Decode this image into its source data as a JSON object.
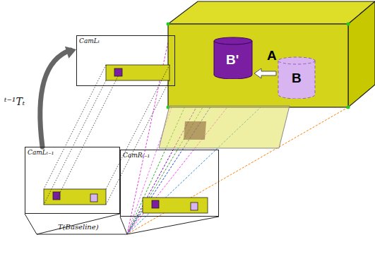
{
  "diagram": {
    "nodes": [
      {
        "text": [
          "A"
        ]
      },
      {
        "text": [
          "B'"
        ],
        "in": 0
      },
      {
        "text": [
          "B"
        ],
        "in": 0
      },
      {
        "text": [
          "CamLₜ"
        ]
      },
      {
        "text": [
          "CamLₜ₋₁"
        ]
      },
      {
        "text": [
          "CamRₜ₋₁"
        ]
      }
    ],
    "edges": [
      {
        "from": 2,
        "to": 1,
        "arrow": "to"
      },
      {
        "from": 4,
        "to": 3,
        "arrow": "to",
        "label": "ᵗ⁻¹Tₜ"
      }
    ],
    "labels": [
      "T(Baseline)"
    ]
  }
}
